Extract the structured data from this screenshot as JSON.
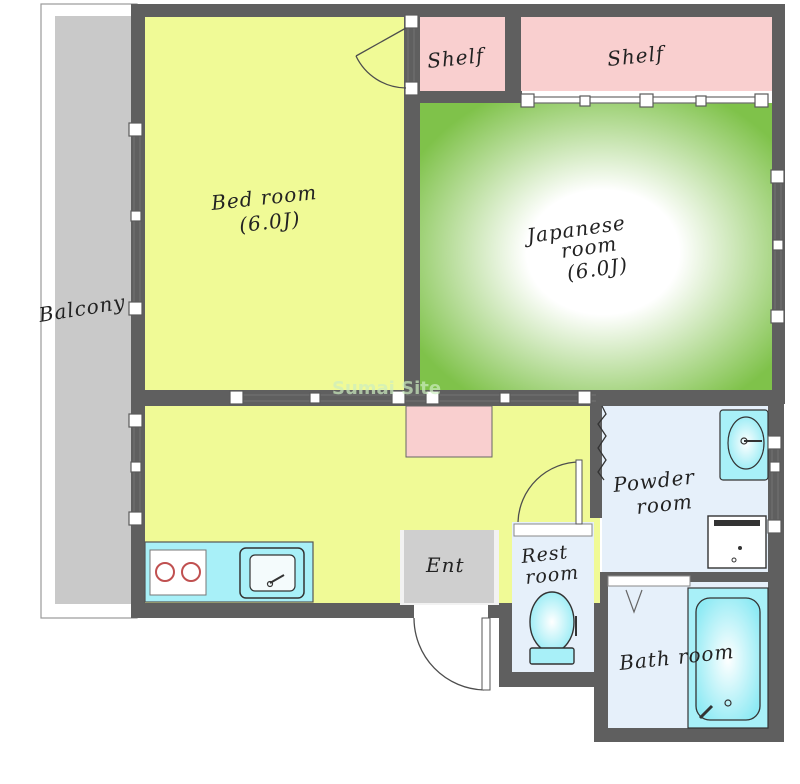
{
  "floor_plan": {
    "rooms": {
      "balcony": {
        "label": "Balcony",
        "color": "#c9c9c9"
      },
      "bedroom": {
        "label_line1": "Bed room",
        "label_line2": "(6.0J)",
        "color": "#f0fa96"
      },
      "japanese_room": {
        "label_line1": "Japanese",
        "label_line2": "room",
        "label_line3": "(6.0J)",
        "color": "#7fc24a"
      },
      "shelf_left": {
        "label": "Shelf",
        "color": "#f9cfcf"
      },
      "shelf_right": {
        "label": "Shelf",
        "color": "#f9cfcf"
      },
      "kitchen": {
        "color": "#f0fa96"
      },
      "entrance": {
        "label": "Ent",
        "color": "#cfcfcf"
      },
      "rest_room": {
        "label_line1": "Rest",
        "label_line2": "room",
        "color": "#e6f0fa"
      },
      "powder_room": {
        "label_line1": "Powder",
        "label_line2": "room",
        "color": "#e6f0fa"
      },
      "bath_room": {
        "label": "Bath room",
        "color": "#e6f0fa"
      }
    },
    "wall_color": "#5f5f5f",
    "fixture_color": "#a8f0f8",
    "watermark": "Sumai Site"
  }
}
